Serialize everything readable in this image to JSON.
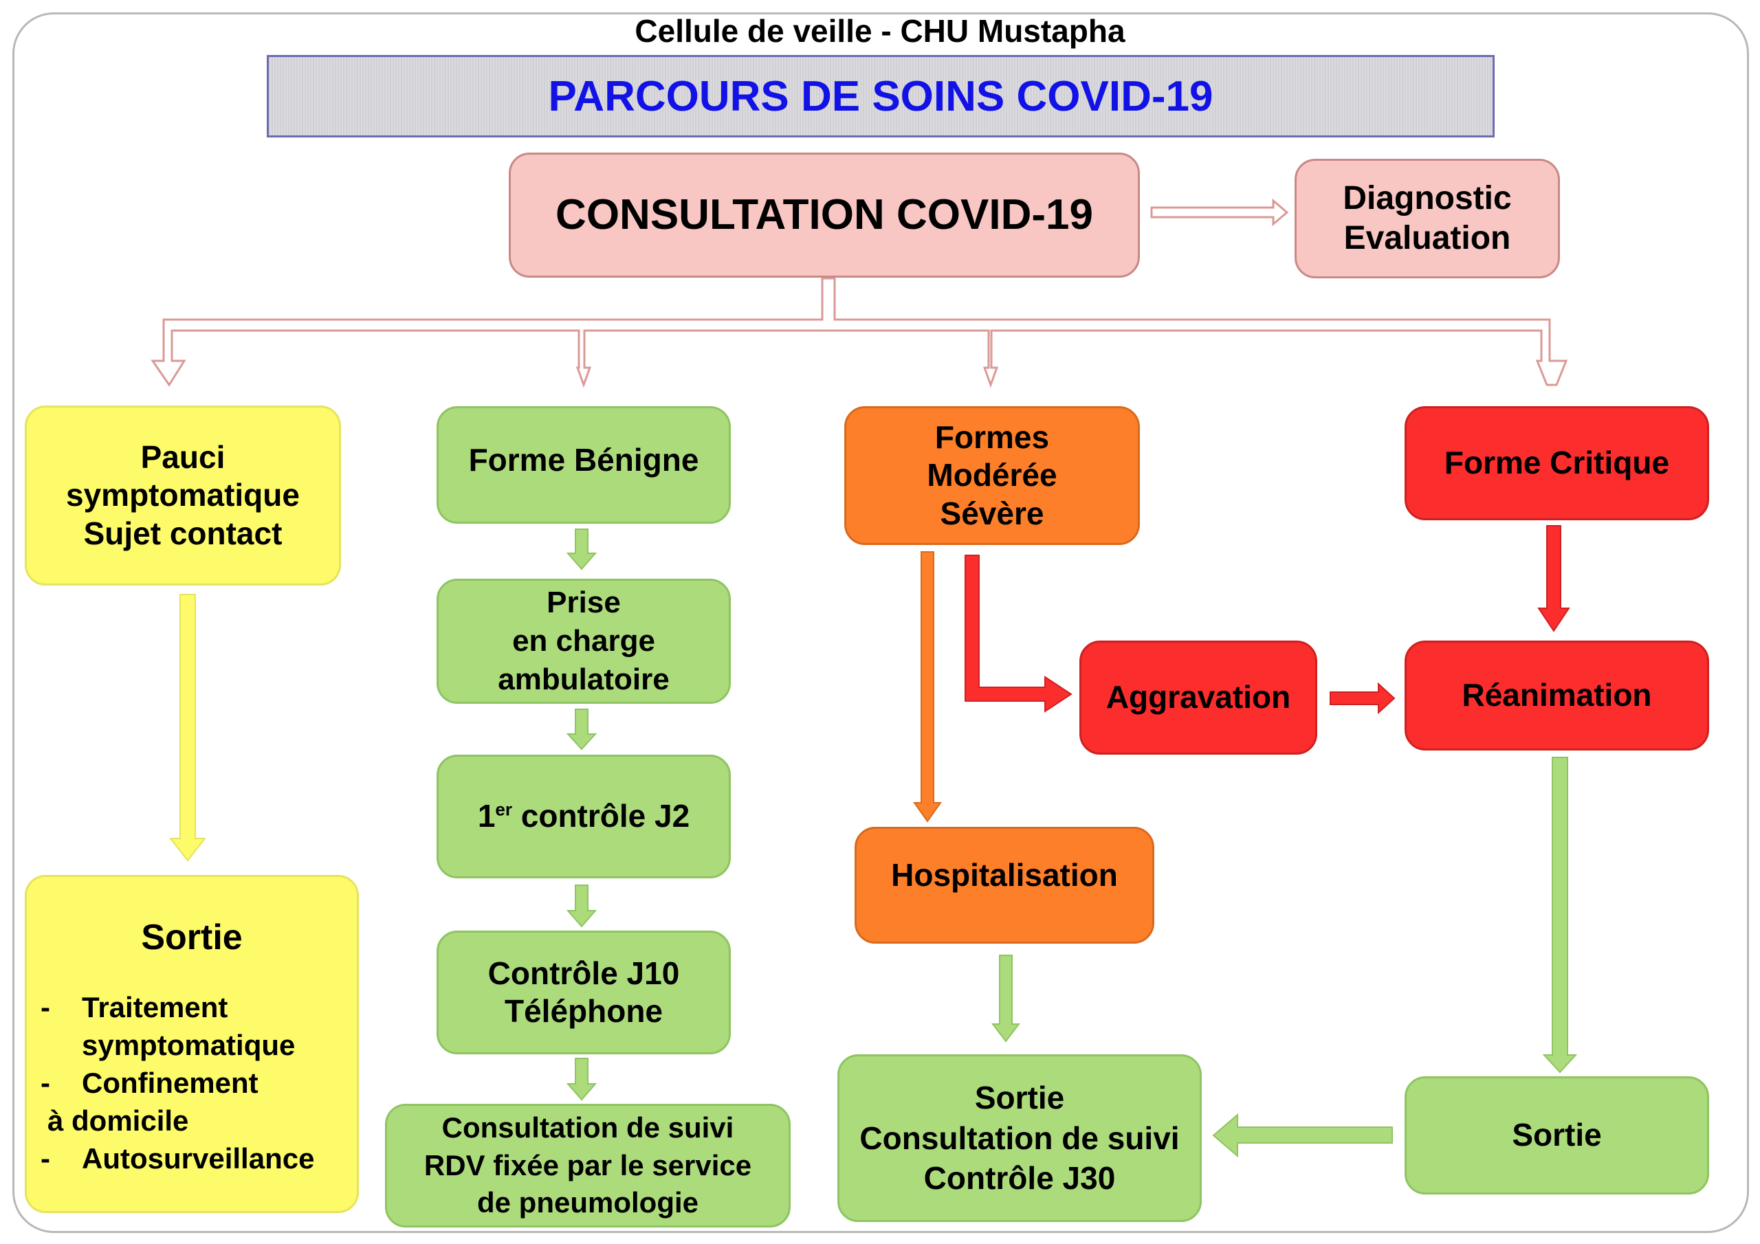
{
  "diagram": {
    "subtitle": "Cellule de veille - CHU Mustapha",
    "title": "PARCOURS DE SOINS COVID-19",
    "nodes": {
      "consultation": {
        "label": "CONSULTATION COVID-19"
      },
      "diagnostic": {
        "line1": "Diagnostic",
        "line2": "Evaluation"
      },
      "pauci": {
        "line1": "Pauci",
        "line2": "symptomatique",
        "line3": "Sujet contact"
      },
      "sortie_pauci": {
        "heading": "Sortie",
        "item1": "Traitement",
        "item1_cont": "symptomatique",
        "item2": "Confinement",
        "item2_cont": "à domicile",
        "item3": "Autosurveillance"
      },
      "benigne": {
        "label": "Forme Bénigne"
      },
      "prise": {
        "line1": "Prise",
        "line2": "en charge",
        "line3": "ambulatoire"
      },
      "controle_j2": {
        "prefix": "1",
        "sup": "er",
        "suffix": " contrôle J2"
      },
      "controle_j10": {
        "line1": "Contrôle J10",
        "line2": "Téléphone"
      },
      "suivi_pneumo": {
        "line1": "Consultation de suivi",
        "line2": "RDV fixée par le service",
        "line3": "de pneumologie"
      },
      "moderee": {
        "line1": "Formes",
        "line2": "Modérée",
        "line3": "Sévère"
      },
      "aggravation": {
        "label": "Aggravation"
      },
      "hospitalisation": {
        "label": "Hospitalisation"
      },
      "sortie_hospit": {
        "line1": "Sortie",
        "line2": "Consultation de suivi",
        "line3": "Contrôle J30"
      },
      "critique": {
        "label": "Forme Critique"
      },
      "reanimation": {
        "label": "Réanimation"
      },
      "sortie_rea": {
        "label": "Sortie"
      }
    },
    "colors": {
      "pink": "#f8c6c3",
      "yellow": "#fdfb6a",
      "green": "#acdb7c",
      "orange": "#fd7f2a",
      "red": "#fb2d2d",
      "title_blue": "#1212e6"
    }
  }
}
